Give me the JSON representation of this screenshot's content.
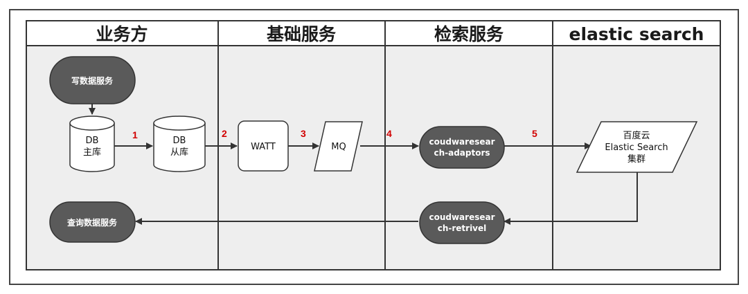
{
  "lanes": [
    {
      "title": "业务方"
    },
    {
      "title": "基础服务"
    },
    {
      "title": "检索服务"
    },
    {
      "title": "elastic search"
    }
  ],
  "nodes": {
    "write_service": {
      "label": "写数据服务"
    },
    "db_master": {
      "line1": "DB",
      "line2": "主库"
    },
    "db_slave": {
      "line1": "DB",
      "line2": "从库"
    },
    "watt": {
      "label": "WATT"
    },
    "mq": {
      "label": "MQ"
    },
    "adaptors": {
      "line1": "coudwaresear",
      "line2": "ch-adaptors"
    },
    "es_cluster": {
      "line1": "百度云",
      "line2": "Elastic Search",
      "line3": "集群"
    },
    "retrivel": {
      "line1": "coudwaresear",
      "line2": "ch-retrivel"
    },
    "query_service": {
      "label": "查询数据服务"
    }
  },
  "steps": [
    "1",
    "2",
    "3",
    "4",
    "5"
  ],
  "colors": {
    "lane_fill": "#eeeeee",
    "border": "#333333",
    "dark_node": "#5a5a5a",
    "step_number": "#d10000"
  }
}
